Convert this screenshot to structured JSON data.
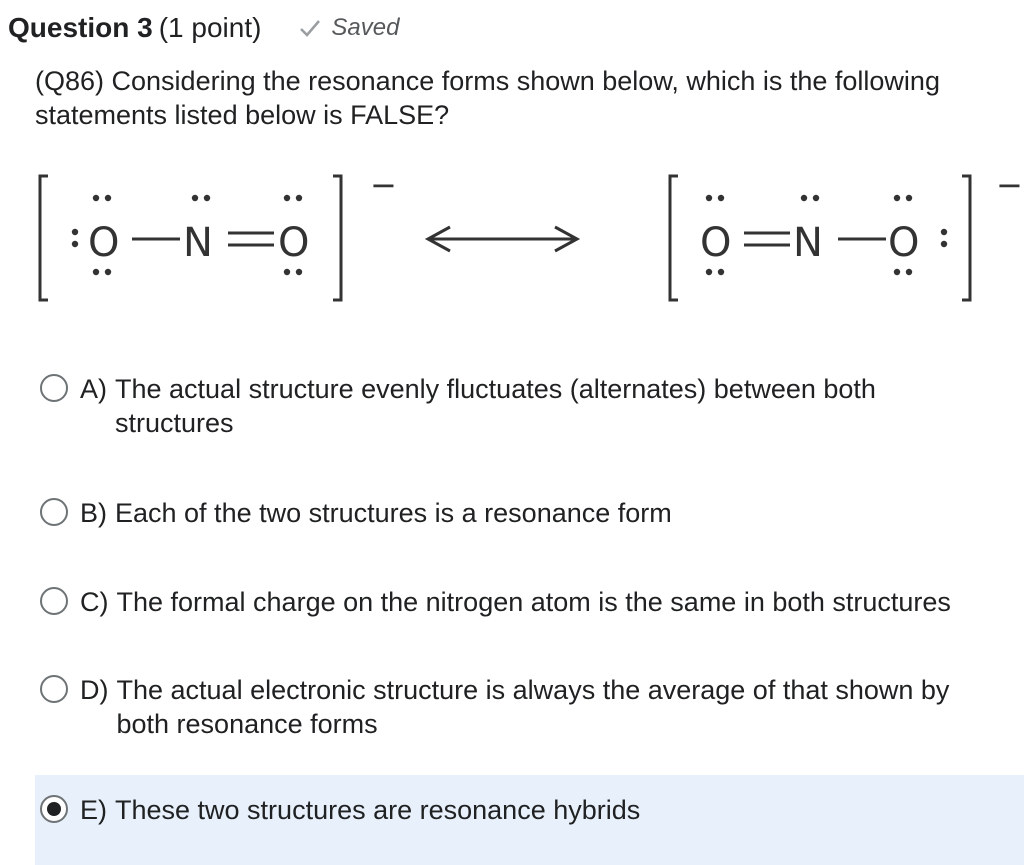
{
  "question": {
    "title": "Question 3",
    "points": "(1 point)",
    "status": "Saved",
    "prompt": "(Q86) Considering the resonance forms shown below, which is the following statements listed below is FALSE?"
  },
  "structures": {
    "left": {
      "atoms": [
        "O",
        "N",
        "O"
      ],
      "charge": "−"
    },
    "right": {
      "atoms": [
        "O",
        "N",
        "O"
      ],
      "charge": "−"
    },
    "arrow": "resonance-arrow"
  },
  "options": [
    {
      "letter": "A)",
      "text": "The actual structure evenly fluctuates (alternates) between both structures",
      "selected": false
    },
    {
      "letter": "B)",
      "text": "Each of the two structures is a resonance form",
      "selected": false
    },
    {
      "letter": "C)",
      "text": "The formal charge on the nitrogen atom is the same in both structures",
      "selected": false
    },
    {
      "letter": "D)",
      "text": "The actual electronic structure is always the average of that shown by both resonance forms",
      "selected": false
    },
    {
      "letter": "E)",
      "text": "These two structures are resonance hybrids",
      "selected": true
    }
  ],
  "colors": {
    "selected_bg": "#e8f1fb",
    "text": "#202122",
    "muted": "#56595c"
  },
  "icons": {
    "saved": "check-icon"
  }
}
